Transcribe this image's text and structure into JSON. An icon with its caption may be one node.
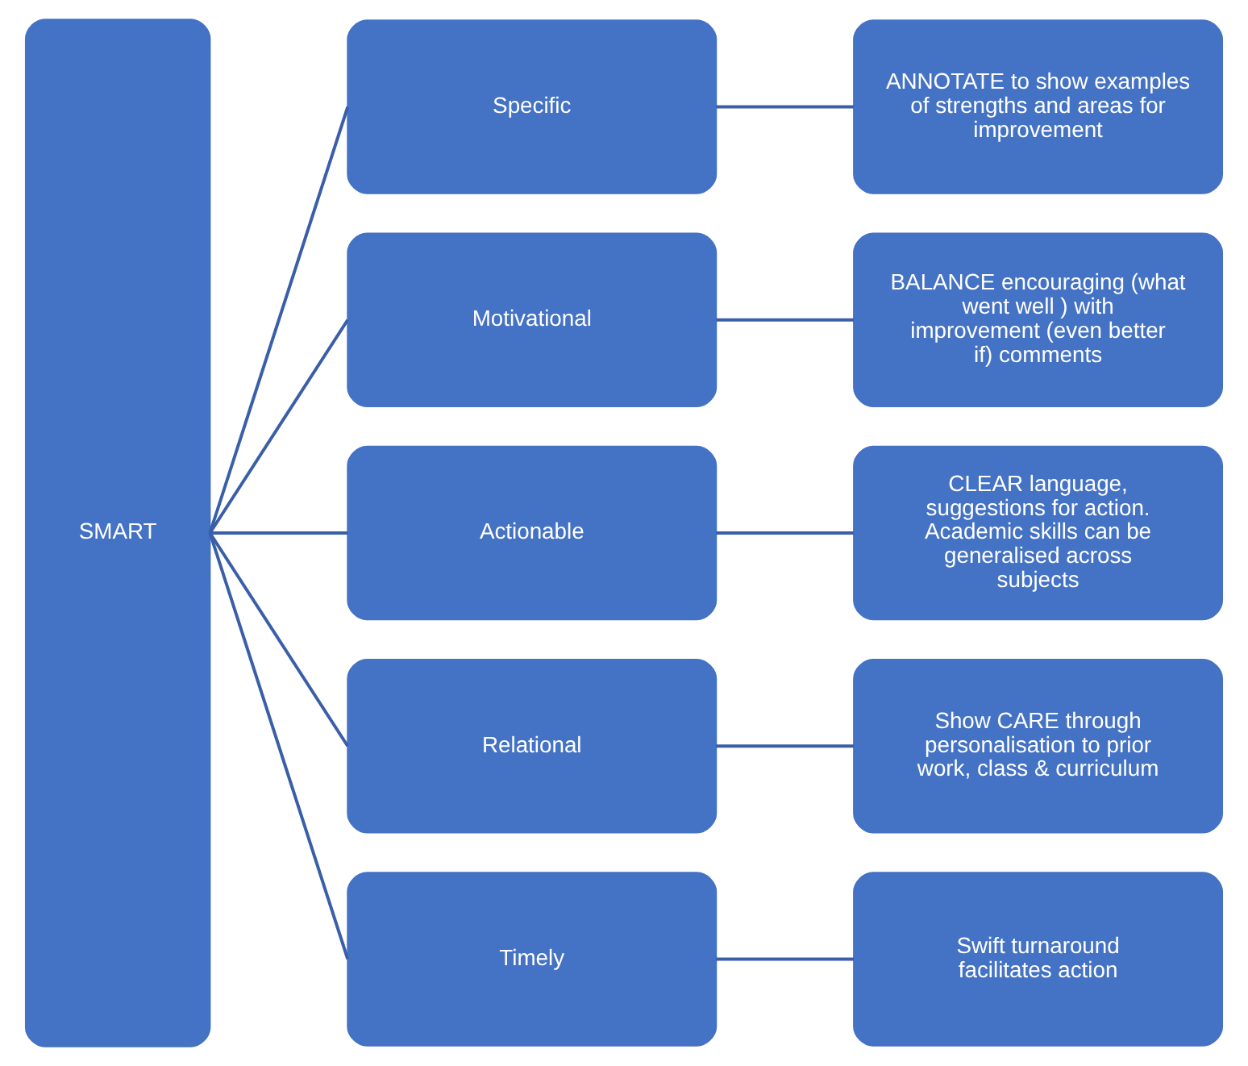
{
  "diagram": {
    "nodes": [
      {
        "text": [
          "SMART"
        ]
      },
      {
        "text": [
          "Specific"
        ]
      },
      {
        "text": [
          "ANNOTATE to show examples of strengths and areas for improvement"
        ]
      },
      {
        "text": [
          "Motivational"
        ]
      },
      {
        "text": [
          "BALANCE encouraging (what went well ) with improvement (even better if) comments"
        ]
      },
      {
        "text": [
          "Actionable"
        ]
      },
      {
        "text": [
          "CLEAR language, suggestions for action. Academic skills can be generalised across subjects"
        ]
      },
      {
        "text": [
          "Relational"
        ]
      },
      {
        "text": [
          "Show CARE through personalisation to prior work, class & curriculum"
        ]
      },
      {
        "text": [
          "Timely"
        ]
      },
      {
        "text": [
          "Swift turnaround facilitates action"
        ]
      }
    ],
    "edges": [
      {
        "from": 0,
        "to": 1,
        "arrow": "none"
      },
      {
        "from": 0,
        "to": 3,
        "arrow": "none"
      },
      {
        "from": 0,
        "to": 5,
        "arrow": "none"
      },
      {
        "from": 0,
        "to": 7,
        "arrow": "none"
      },
      {
        "from": 0,
        "to": 9,
        "arrow": "none"
      },
      {
        "from": 1,
        "to": 2,
        "arrow": "none"
      },
      {
        "from": 3,
        "to": 4,
        "arrow": "none"
      },
      {
        "from": 5,
        "to": 6,
        "arrow": "none"
      },
      {
        "from": 7,
        "to": 8,
        "arrow": "none"
      },
      {
        "from": 9,
        "to": 10,
        "arrow": "none"
      }
    ]
  }
}
